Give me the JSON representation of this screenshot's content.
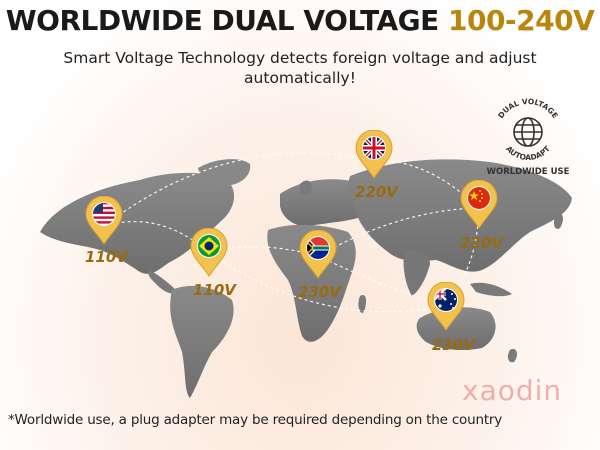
{
  "header": {
    "title_main": "WORLDWIDE DUAL VOLTAGE",
    "title_accent": "100-240V",
    "subtitle": "Smart Voltage Technology detects foreign voltage and adjust automatically!"
  },
  "badge": {
    "text_top": "DUAL VOLTAGE",
    "text_bottom": "AUTOADAPT",
    "text_caption": "WORLDWIDE USE"
  },
  "pins": [
    {
      "flag": "usa-flag-icon",
      "voltage": "110V"
    },
    {
      "flag": "brazil-flag-icon",
      "voltage": "110V"
    },
    {
      "flag": "uk-flag-icon",
      "voltage": "220V"
    },
    {
      "flag": "south-africa-flag-icon",
      "voltage": "230V"
    },
    {
      "flag": "china-flag-icon",
      "voltage": "220V"
    },
    {
      "flag": "australia-flag-icon",
      "voltage": "230V"
    }
  ],
  "footnote": "*Worldwide use, a plug adapter may be required depending on the country",
  "watermark": "xaodin",
  "colors": {
    "accent": "#b8860b",
    "pin_gold": "#f2c14e",
    "map_gray": "#7d7d7d"
  }
}
